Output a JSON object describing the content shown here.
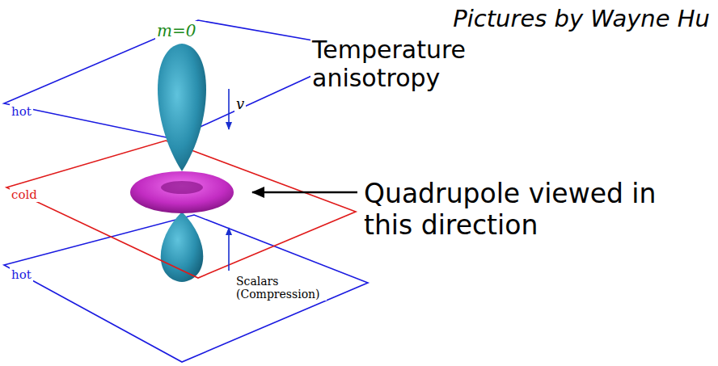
{
  "diagram": {
    "labels": [
      "Pictures by Wayne Hu",
      "Temperature anisotropy",
      "hot",
      "m=0",
      "v",
      "cold",
      "Quadrupole viewed in this direction",
      "Scalars (Compression)",
      "hot"
    ]
  }
}
